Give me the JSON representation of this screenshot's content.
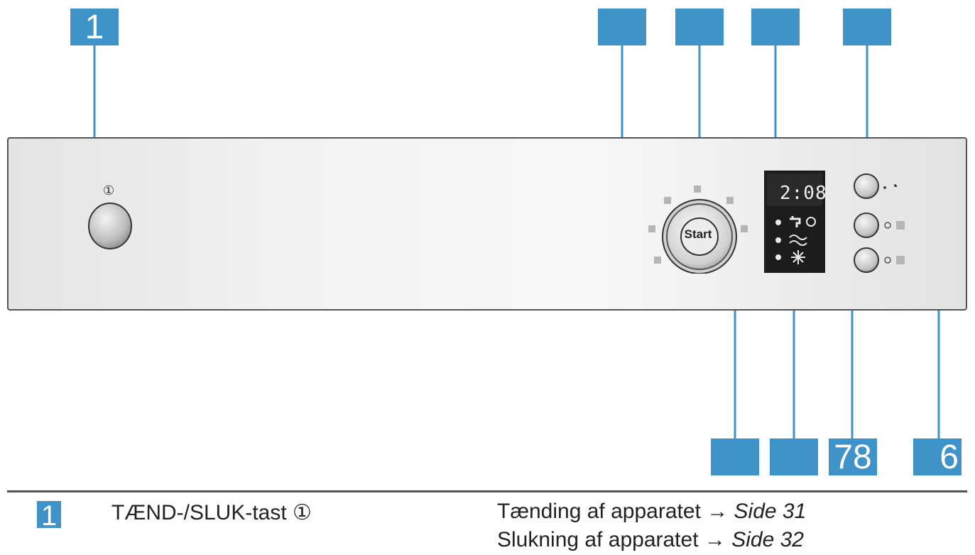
{
  "callouts": {
    "top_left": "1",
    "bottom_3": "78",
    "bottom_4": "6",
    "legend": "1"
  },
  "panel": {
    "display_time": "2:08",
    "start_label": "Start",
    "power_symbol": "①",
    "timer_symbol": "◔"
  },
  "legend": {
    "item_label": "TÆND-/SLUK-tast ①",
    "desc_line1_text": "Tænding af apparatet → ",
    "desc_line1_ref": "Side 31",
    "desc_line2_text": "Slukning af apparatet → ",
    "desc_line2_ref": "Side 32"
  }
}
